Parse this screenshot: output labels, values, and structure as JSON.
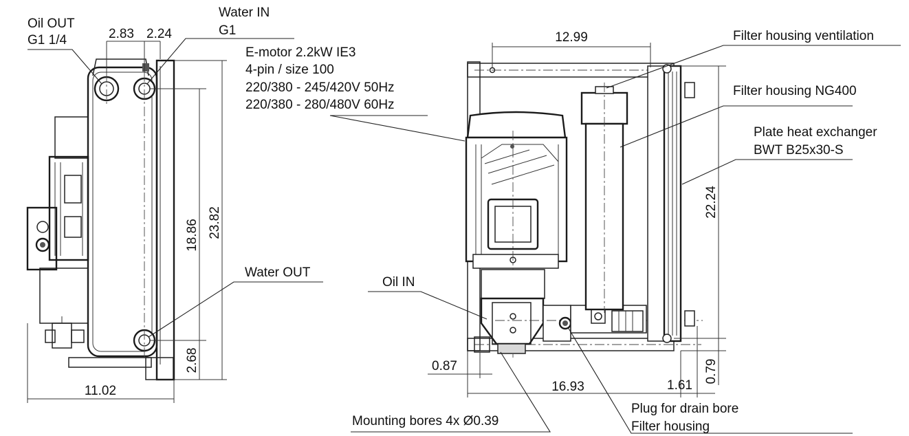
{
  "left_view": {
    "labels": {
      "oil_out": "Oil OUT",
      "oil_out_size": "G1 1/4",
      "water_in": "Water IN",
      "water_in_size": "G1",
      "motor_1": "E-motor 2.2kW IE3",
      "motor_2": "4-pin / size 100",
      "motor_3": "220/380 - 245/420V 50Hz",
      "motor_4": "220/380 - 280/480V 60Hz",
      "water_out": "Water OUT"
    },
    "dims": {
      "top_a": "2.83",
      "top_b": "2.24",
      "height_inner": "18.86",
      "height_total": "23.82",
      "bottom": "2.68",
      "width": "11.02"
    }
  },
  "right_view": {
    "labels": {
      "filter_vent": "Filter housing ventilation",
      "filter_ng": "Filter housing NG400",
      "phe_1": "Plate heat exchanger",
      "phe_2": "BWT B25x30-S",
      "oil_in": "Oil IN",
      "plug_1": "Plug for drain bore",
      "plug_2": "Filter housing",
      "mount": "Mounting bores 4x Ø0.39"
    },
    "dims": {
      "top": "12.99",
      "height": "22.24",
      "left_small": "0.87",
      "width": "16.93",
      "right_small": "1.61",
      "bottom_small": "0.79"
    }
  }
}
